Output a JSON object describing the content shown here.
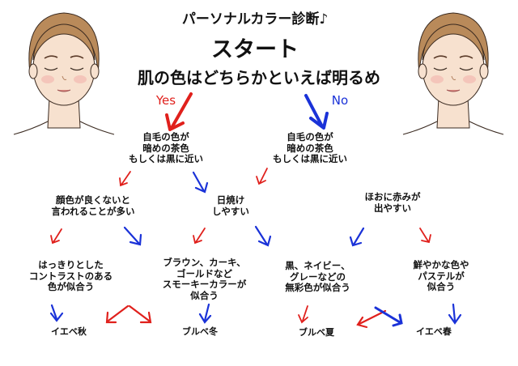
{
  "header": {
    "title": "パーソナルカラー診断♪",
    "start": "スタート",
    "question": "肌の色はどちらかといえば明るめ"
  },
  "branches": {
    "yes": "Yes",
    "no": "No"
  },
  "nodes": {
    "hair_left": "自毛の色が\n暗めの茶色\nもしくは黒に近い",
    "hair_right": "自毛の色が\n暗めの茶色\nもしくは黒に近い",
    "complexion": "顔色が良くないと\n言われることが多い",
    "tan": "日焼け\nしやすい",
    "cheeks": "ほおに赤みが\n出やすい",
    "clear_colors": "はっきりとした\nコントラストのある\n色が似合う",
    "brown_colors": "ブラウン、カーキ、\nゴールドなど\nスモーキーカラーが\n似合う",
    "mono_colors": "黒、ネイビー、\nグレーなどの\n無彩色が似合う",
    "bright_colors": "鮮やかな色や\nパステルが\n似合う"
  },
  "results": {
    "autumn": "イエベ秋",
    "winter": "ブルベ冬",
    "summer": "ブルベ夏",
    "spring": "イエベ春"
  },
  "colors": {
    "yes": "#e0201c",
    "no": "#1a32d8",
    "skin": "#f7e1cf",
    "hair": "#b98a5a",
    "outline": "#3a2a20"
  }
}
